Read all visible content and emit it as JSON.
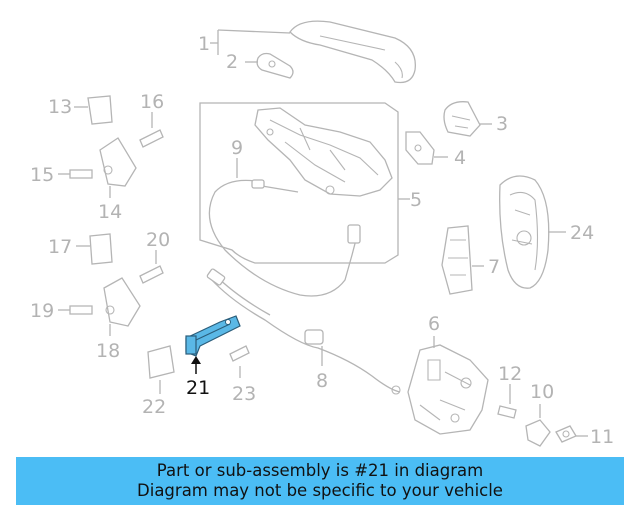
{
  "part_labels": [
    "1",
    "2",
    "3",
    "4",
    "5",
    "6",
    "7",
    "8",
    "9",
    "10",
    "11",
    "12",
    "13",
    "14",
    "15",
    "16",
    "17",
    "18",
    "19",
    "20",
    "21",
    "22",
    "23",
    "24"
  ],
  "highlighted_part": "21",
  "colors": {
    "highlight_fill": "#5ab8e6",
    "banner_bg": "#4bbdf5",
    "line_art": "#b5b5b5",
    "label_gray": "#b3b3b3"
  },
  "banner": {
    "line1": "Part or sub-assembly is #21 in diagram",
    "line2": "Diagram may not be specific to your vehicle"
  }
}
